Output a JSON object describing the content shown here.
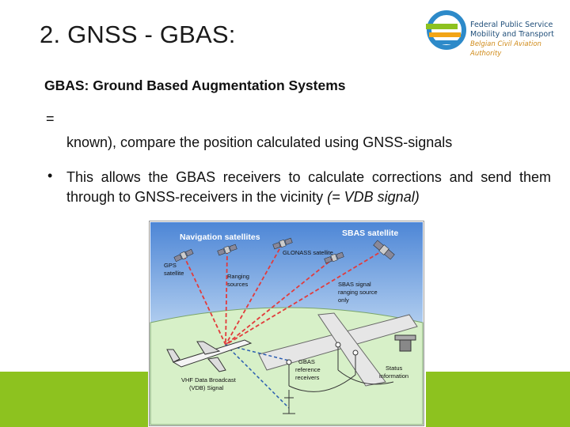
{
  "slide": {
    "title": "2. GNSS - GBAS:",
    "subtitle": "GBAS: Ground Based Augmentation Systems",
    "eq_sign": "=",
    "known_line": "known), compare the position calculated using GNSS-signals",
    "bullet_text": "This allows the GBAS receivers to calculate corrections and send them through to GNSS-receivers in the vicinity",
    "bullet_tail": "(= VDB signal)"
  },
  "logo": {
    "line1": "Federal Public Service",
    "line2": "Mobility and Transport",
    "line3": "Belgian Civil Aviation Authority"
  },
  "diagram": {
    "nav_sats": "Navigation satellites",
    "sbas_sat": "SBAS satellite",
    "glonass": "GLONASS satellite",
    "gps": "GPS",
    "gps2": "satellite",
    "ranging1": "Ranging",
    "ranging2": "sources",
    "sbas_sig1": "SBAS signal",
    "sbas_sig2": "ranging source",
    "sbas_sig3": "only",
    "gbas1": "GBAS",
    "gbas2": "reference",
    "gbas3": "receivers",
    "status1": "Status",
    "status2": "information",
    "vhf1": "VHF Data Broadcast",
    "vhf2": "(VDB) Signal"
  },
  "colors": {
    "accent_green": "#8dc21f",
    "sky": "#7aaee6",
    "ground": "#d7f0c8",
    "signal_red": "#e23b3b",
    "vdb_blue": "#2a5db0"
  }
}
